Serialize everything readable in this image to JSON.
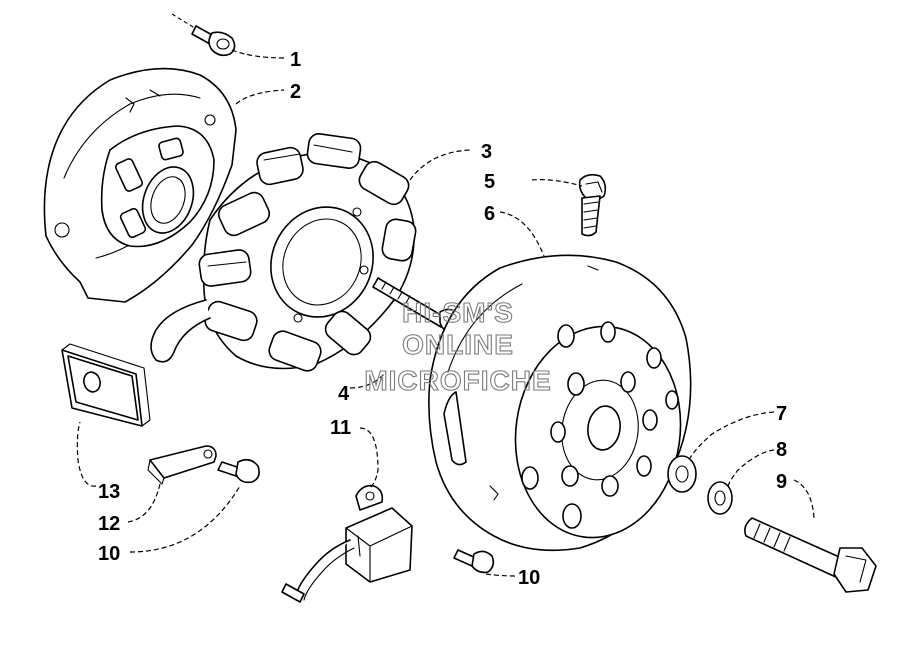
{
  "watermark": {
    "line1": "HI-SM'S",
    "line2": "ONLINE",
    "line3": "MICROFICHE"
  },
  "callouts": {
    "c1": "1",
    "c2": "2",
    "c3": "3",
    "c4": "4",
    "c5": "5",
    "c6": "6",
    "c7": "7",
    "c8": "8",
    "c9": "9",
    "c10a": "10",
    "c10b": "10",
    "c11": "11",
    "c12": "12",
    "c13": "13"
  },
  "colors": {
    "line": "#000000",
    "watermark": "#7a7a7a",
    "background": "#ffffff"
  }
}
